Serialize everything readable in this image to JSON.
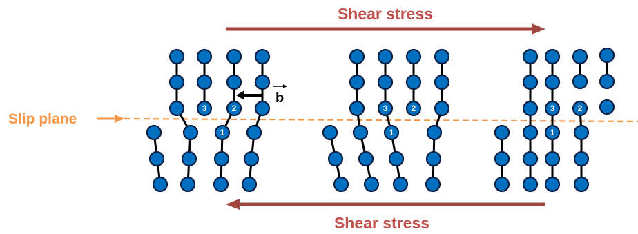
{
  "labels": {
    "shear_top": "Shear stress",
    "shear_bottom": "Shear stress",
    "slip_plane": "Slip plane",
    "burgers_vector": "b"
  },
  "colors": {
    "atom_fill": "#0070c0",
    "atom_stroke": "#0a1f44",
    "bond": "#000000",
    "shear_arrow": "#a0453f",
    "shear_text": "#c0504d",
    "slip_plane": "#f79646",
    "atom_number": "#ffffff"
  },
  "panels": [
    {
      "atom_numbers": [
        "3",
        "2",
        "1"
      ]
    },
    {
      "atom_numbers": [
        "3",
        "2",
        "1"
      ]
    },
    {
      "atom_numbers": [
        "3",
        "2",
        "1"
      ]
    }
  ]
}
